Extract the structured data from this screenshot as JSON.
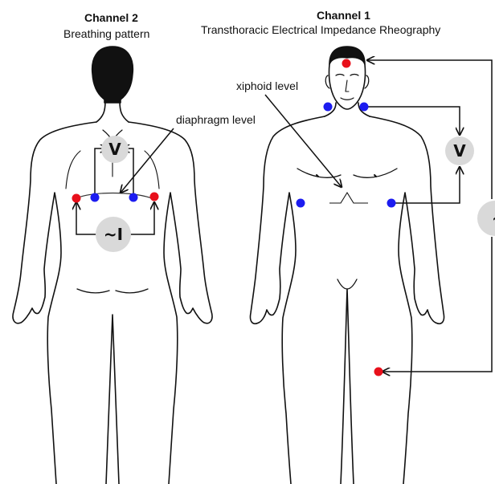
{
  "channel2": {
    "title": "Channel 2",
    "subtitle": "Breathing pattern",
    "annotation": "diaphragm level",
    "voltmeter_symbol": "V",
    "current_source_symbol": "~I"
  },
  "channel1": {
    "title": "Channel 1",
    "subtitle": "Transthoracic Electrical Impedance Rheography",
    "annotation": "xiphoid level",
    "voltmeter_symbol": "V",
    "current_source_symbol": "~I"
  },
  "colors": {
    "current_electrode": "#e8101b",
    "voltage_electrode": "#1c1cf0",
    "meter_fill": "#d9d9d9",
    "outline": "#111111",
    "hair": "#111111"
  }
}
